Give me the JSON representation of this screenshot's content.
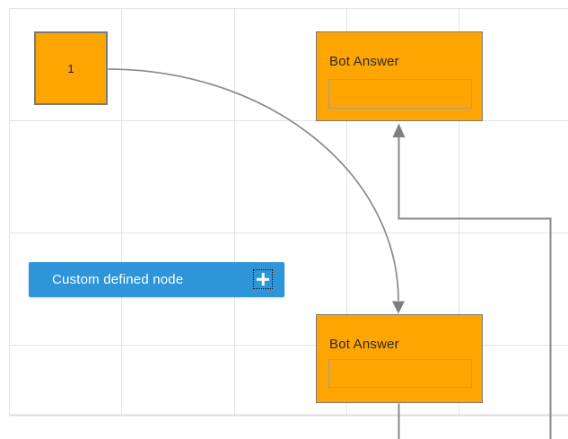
{
  "diagram": {
    "canvas": {
      "background": "#ffffff",
      "grid_line_color": "#e4e4e4",
      "canvas_edge_color": "#dcdcdc"
    },
    "nodes": [
      {
        "id": "start-node",
        "label": "1",
        "fill": "#ffa502",
        "stroke": "#7a7a7a"
      },
      {
        "id": "bot-answer-top",
        "title": "Bot Answer",
        "fill": "#ffa502",
        "stroke": "#7a7a7a",
        "input_value": ""
      },
      {
        "id": "bot-answer-bottom",
        "title": "Bot Answer",
        "fill": "#ffa502",
        "stroke": "#7a7a7a",
        "input_value": ""
      }
    ],
    "palette_button": {
      "label": "Custom defined node",
      "fill": "#2e95d8",
      "text_color": "#ffffff",
      "icon": "plus-icon"
    },
    "connectors": {
      "color": "#8a8a8a",
      "arrow_color": "#7f7f7f"
    }
  }
}
